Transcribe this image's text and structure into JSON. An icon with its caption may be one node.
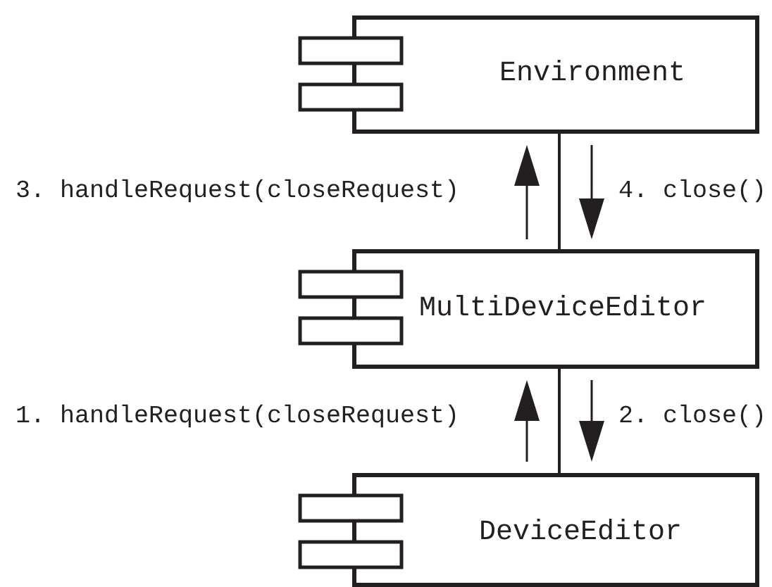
{
  "diagram": {
    "nodes": [
      {
        "text": [
          "Environment"
        ]
      },
      {
        "text": [
          "MultiDeviceEditor"
        ]
      },
      {
        "text": [
          "DeviceEditor"
        ]
      }
    ],
    "edges": [
      {
        "from": 0,
        "to": 1,
        "arrow": "none"
      },
      {
        "from": 1,
        "to": 2,
        "arrow": "none"
      }
    ],
    "labels": [
      "3. handleRequest(closeRequest)",
      "4. close()",
      "1. handleRequest(closeRequest)",
      "2. close()"
    ]
  }
}
